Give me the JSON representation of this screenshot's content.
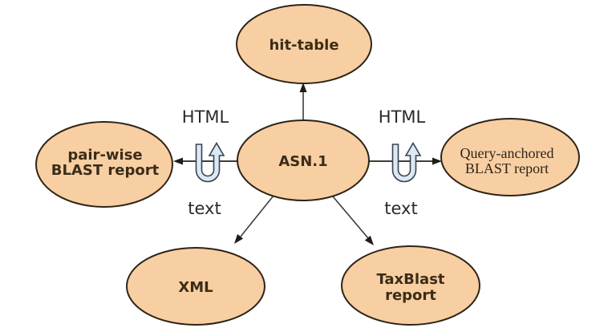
{
  "diagram": {
    "description_domain": "flow diagram of ASN.1 output conversions",
    "colors": {
      "background": "#ffffff",
      "node_fill": "#f8cfa2",
      "node_stroke": "#2e2418",
      "node_text": "#3b2c18",
      "serif_text": "#2c241c",
      "edge_label_text": "#2b2a28",
      "edge_stroke": "#3f3d39",
      "uturn_fill": "#dce8f5",
      "uturn_stroke": "#3a4350"
    },
    "nodes": {
      "asn1": {
        "label": "ASN.1"
      },
      "hit_table": {
        "label": "hit-table"
      },
      "pairwise": {
        "line1": "pair-wise",
        "line2": "BLAST report"
      },
      "query_anchored": {
        "line1": "Query-anchored",
        "line2": "BLAST report"
      },
      "xml": {
        "label": "XML"
      },
      "taxblast": {
        "line1": "TaxBlast",
        "line2": "report"
      }
    },
    "edge_labels": {
      "html_left": "HTML",
      "html_right": "HTML",
      "text_left": "text",
      "text_right": "text"
    },
    "icons": {
      "uturn_left": "uturn-arrow-icon",
      "uturn_right": "uturn-arrow-icon"
    }
  }
}
